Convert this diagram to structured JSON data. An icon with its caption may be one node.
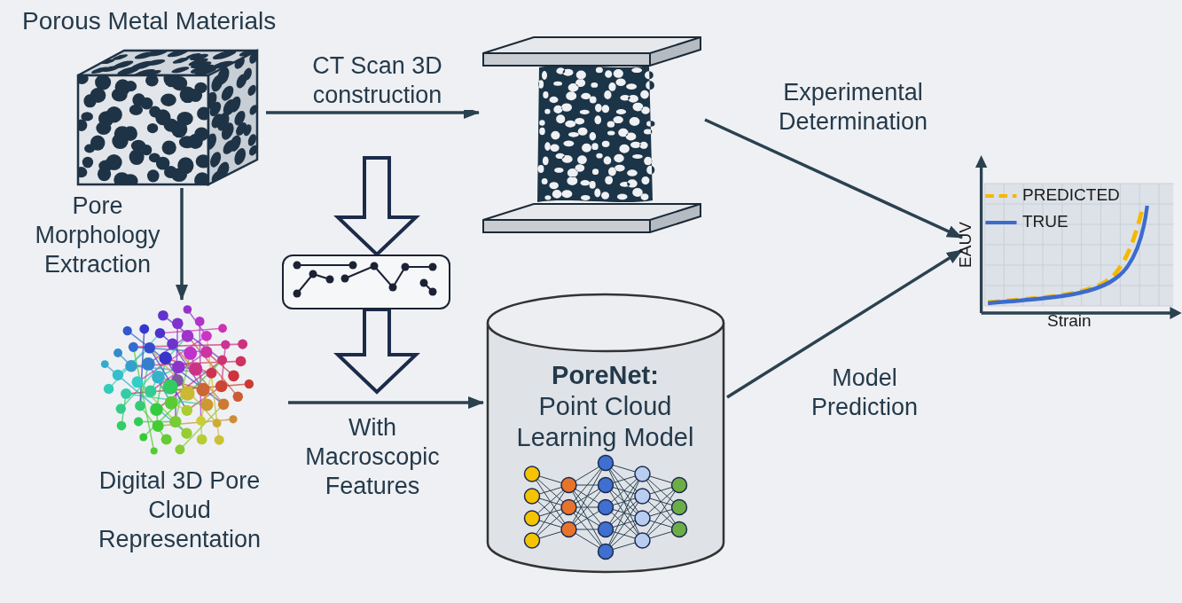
{
  "diagram": {
    "nodes": [
      {
        "text": [
          "Porous Metal Materials"
        ]
      },
      {
        "text": [],
        "shape": "picture"
      },
      {
        "text": [],
        "shape": "picture"
      },
      {
        "text": [
          "Digital 3D Pore Cloud Representation"
        ]
      },
      {
        "text": [],
        "shape": "box"
      },
      {
        "text": [
          "PoreNet:",
          "Point Cloud Learning Model"
        ]
      }
    ],
    "edges": [
      {
        "from": 0,
        "to": 1,
        "arrow": "to",
        "label": "CT Scan 3D construction"
      },
      {
        "from": 0,
        "to": 3,
        "arrow": "to",
        "label": "Pore Morphology Extraction"
      },
      {
        "from": 3,
        "to": 5,
        "arrow": "to",
        "label": "With Macroscopic Features"
      },
      {
        "from": 1,
        "to": 2,
        "arrow": "to",
        "label": "Experimental Determination"
      },
      {
        "from": 5,
        "to": 2,
        "arrow": "to",
        "label": "Model Prediction"
      },
      {
        "from": null,
        "to": 4,
        "arrow": "to",
        "style": "thick"
      },
      {
        "from": 4,
        "to": null,
        "arrow": "to",
        "style": "thick"
      }
    ],
    "labels": [
      "EAUV",
      "Strain"
    ],
    "legend": [
      {
        "text": "PREDICTED"
      },
      {
        "text": "TRUE"
      }
    ]
  }
}
